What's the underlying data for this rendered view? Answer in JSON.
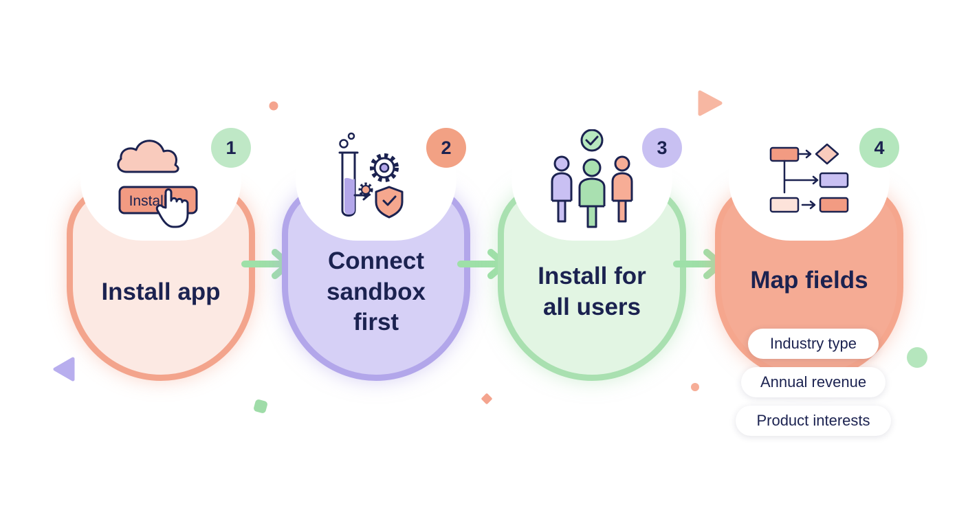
{
  "steps": [
    {
      "number": "1",
      "title": "Install app",
      "icon": "install-cloud-click-icon",
      "icon_text": "Install"
    },
    {
      "number": "2",
      "title": "Connect sandbox first",
      "icon": "sandbox-test-tube-gear-shield-icon"
    },
    {
      "number": "3",
      "title": "Install for all users",
      "icon": "users-group-check-icon"
    },
    {
      "number": "4",
      "title": "Map fields",
      "icon": "field-mapping-flow-icon"
    }
  ],
  "fields": [
    "Industry type",
    "Annual revenue",
    "Product interests"
  ],
  "colors": {
    "coral": "#f3a48c",
    "lavender": "#b2a6ea",
    "mint": "#a9e0b0",
    "text": "#1b2250",
    "arrow": "#9ee0a8"
  }
}
